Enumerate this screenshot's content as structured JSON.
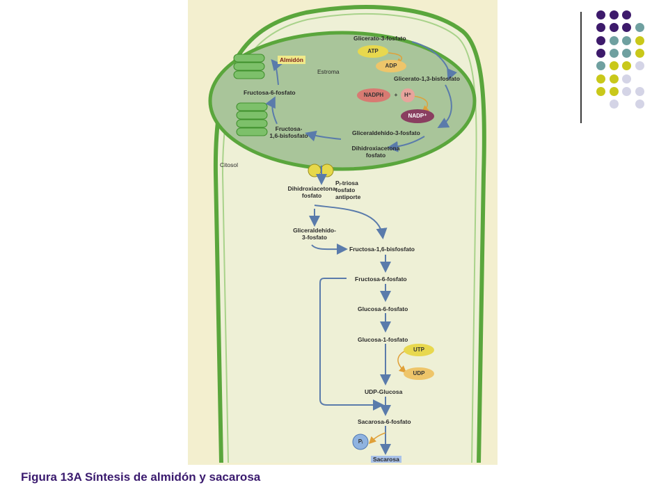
{
  "caption": "Figura 13A Síntesis de almidón y sacarosa",
  "colors": {
    "dot_purple": "#3d1a6b",
    "dot_teal": "#6fa0a0",
    "dot_yellow": "#c9c81a",
    "dot_lavender": "#d4d4e6",
    "membrane_green": "#5aa63c",
    "arrow_blue": "#5a7bab",
    "arrow_orange": "#e0a038"
  },
  "diagram": {
    "stroma": "Estroma",
    "cytosol": "Citosol",
    "starch": "Almidón",
    "chloroplast": {
      "g3p": "Glicerato-3-fosfato",
      "atp": "ATP",
      "adp": "ADP",
      "g13bp": "Glicerato-1,3-bisfosfato",
      "nadph": "NADPH",
      "plus": "+",
      "h": "H⁺",
      "nadp": "NADP⁺",
      "gald3p": "Gliceraldehído-3-fosfato",
      "dhap": "Dihidroxiacetona\nfosfato",
      "f16bp": "Fructosa-\n1,6-bisfosfato",
      "f6p": "Fructosa-6-fosfato"
    },
    "antiporter": "Pᵢ-triosa\nfosfato\nantiporte",
    "cytosol_path": {
      "dhap": "Dihidroxiacetona\nfosfato",
      "gald3p": "Gliceraldehído-\n3-fosfato",
      "f16bp": "Fructosa-1,6-bisfosfato",
      "f6p": "Fructosa-6-fosfato",
      "g6p": "Glucosa-6-fosfato",
      "g1p": "Glucosa-1-fosfato",
      "utp": "UTP",
      "udp": "UDP",
      "udpg": "UDP-Glucosa",
      "s6p": "Sacarosa-6-fosfato",
      "pi": "Pᵢ",
      "sucrose": "Sacarosa"
    }
  }
}
